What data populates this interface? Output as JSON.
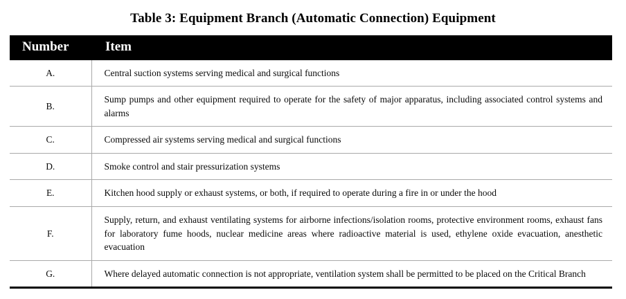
{
  "document": {
    "title": "Table 3: Equipment Branch (Automatic Connection) Equipment"
  },
  "table": {
    "headers": {
      "number": "Number",
      "item": "Item"
    },
    "rows": [
      {
        "number": "A.",
        "item": "Central suction systems serving medical and surgical functions"
      },
      {
        "number": "B.",
        "item": "Sump pumps and other equipment required to operate for the safety of major apparatus, including associated control systems and alarms"
      },
      {
        "number": "C.",
        "item": "Compressed air systems serving medical and surgical functions"
      },
      {
        "number": "D.",
        "item": "Smoke control and stair pressurization systems"
      },
      {
        "number": "E.",
        "item": "Kitchen hood supply or exhaust systems, or both, if required to operate during a fire in or under the hood"
      },
      {
        "number": "F.",
        "item": "Supply, return, and exhaust ventilating systems for airborne infections/isolation rooms, protective environment rooms, exhaust fans for laboratory fume hoods, nuclear medicine areas where radioactive material is used, ethylene oxide evacuation, anesthetic evacuation"
      },
      {
        "number": "G.",
        "item": "Where delayed automatic connection is not appropriate, ventilation system shall be permitted to be placed on the Critical Branch"
      }
    ]
  },
  "colors": {
    "header_background": "#000000",
    "header_text": "#ffffff",
    "body_text": "#0a0a0a",
    "rule": "#a9a9a9",
    "page_background": "#ffffff"
  }
}
